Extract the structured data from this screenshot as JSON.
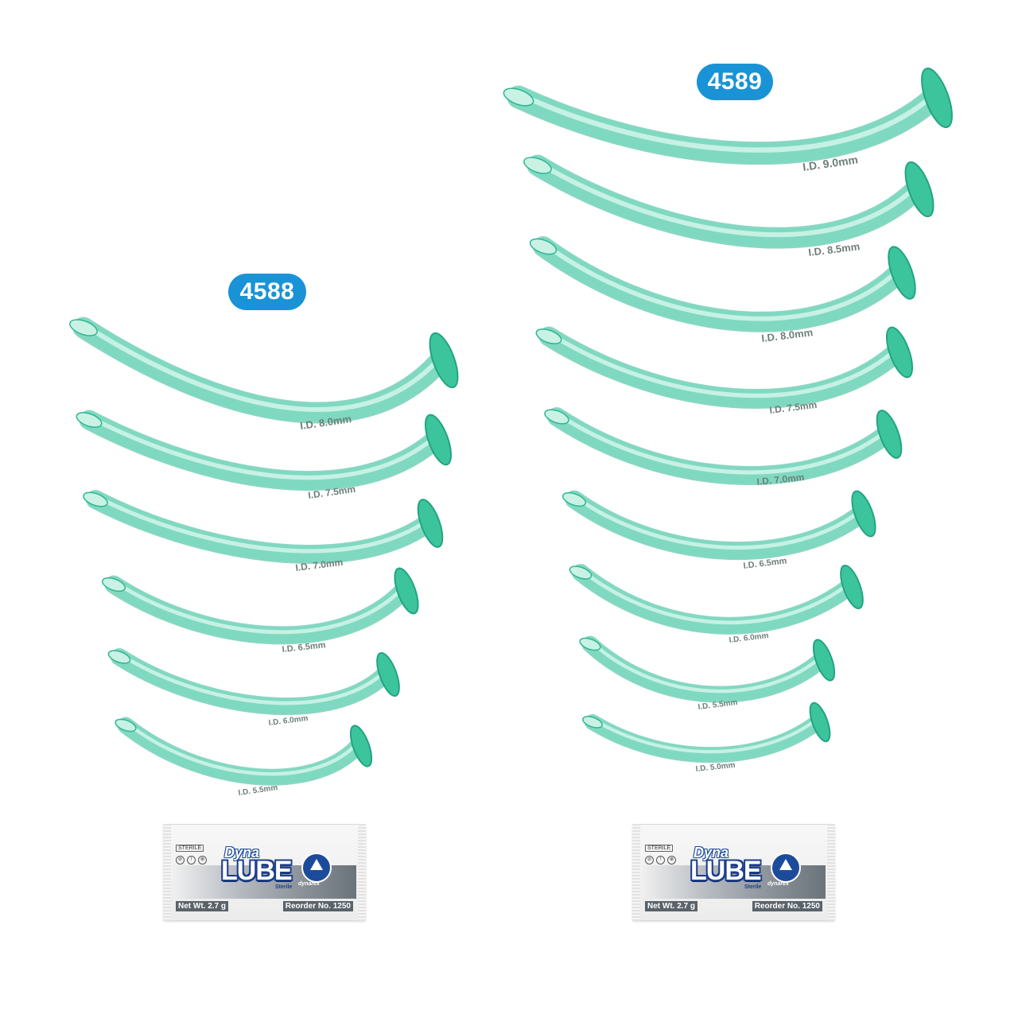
{
  "groups": [
    {
      "id": "4588",
      "label": "4588",
      "tubes": [
        {
          "text": "I.D.  8.0mm"
        },
        {
          "text": "I.D.  7.5mm"
        },
        {
          "text": "I.D.  7.0mm"
        },
        {
          "text": "I.D.  6.5mm"
        },
        {
          "text": "I.D.  6.0mm"
        },
        {
          "text": "I.D.  5.5mm"
        }
      ],
      "packet": {
        "sterile": "STERILE",
        "dyna": "Dyna",
        "lube": "LUBE",
        "sterile_sub": "Sterile",
        "brand": "dynarex",
        "net_wt": "Net Wt. 2.7 g",
        "reorder": "Reorder No. 1250"
      }
    },
    {
      "id": "4589",
      "label": "4589",
      "tubes": [
        {
          "text": "I.D.  9.0mm"
        },
        {
          "text": "I.D.  8.5mm"
        },
        {
          "text": "I.D.  8.0mm"
        },
        {
          "text": "I.D.  7.5mm"
        },
        {
          "text": "I.D.  7.0mm"
        },
        {
          "text": "I.D.  6.5mm"
        },
        {
          "text": "I.D.  6.0mm"
        },
        {
          "text": "I.D.  5.5mm"
        },
        {
          "text": "I.D.  5.0mm"
        }
      ],
      "packet": {
        "sterile": "STERILE",
        "dyna": "Dyna",
        "lube": "LUBE",
        "sterile_sub": "Sterile",
        "brand": "dynarex",
        "net_wt": "Net Wt. 2.7 g",
        "reorder": "Reorder No. 1250"
      }
    }
  ],
  "colors": {
    "badge": "#1a93d6",
    "tube": "#7fd9c0",
    "tube_dark": "#2fb592",
    "flange": "#3cc49d"
  }
}
